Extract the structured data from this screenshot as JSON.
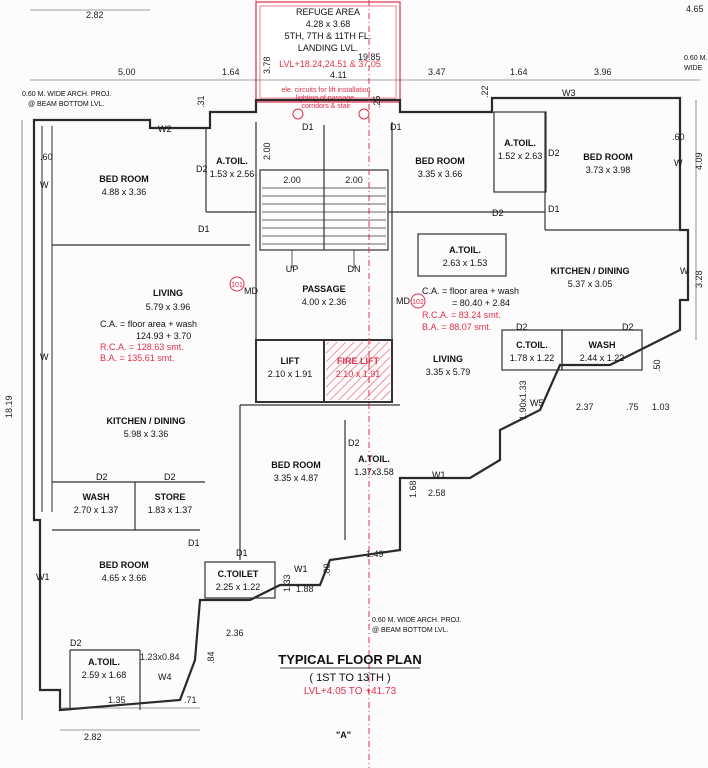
{
  "colors": {
    "wall": "#2a2a2a",
    "wall_fill": "#9a9a9a",
    "accent_red": "#e0304a",
    "dim_line": "#444444"
  },
  "title": {
    "main": "TYPICAL FLOOR PLAN",
    "sub": "( 1ST TO 13TH )",
    "level": "LVL+4.05 TO +41.73",
    "section": "\"A\""
  },
  "refuge": {
    "name": "REFUGE AREA",
    "size": "4.28 x 3.68",
    "floors": "5TH, 7TH & 11TH FL.",
    "landing": "LANDING LVL.",
    "lvl": "LVL+18.24,24.51 & 37.05",
    "note1": "ele. circuits for lift installation",
    "note2": "lighting of passage,",
    "note3": "corridors & stair"
  },
  "rooms": {
    "bed_left_top": {
      "name": "BED ROOM",
      "size": "4.88 x 3.36"
    },
    "atoil_left": {
      "name": "A.TOIL.",
      "size": "1.53 x 2.56"
    },
    "living_left": {
      "name": "LIVING",
      "size": "5.79 x 3.96"
    },
    "kitchen_left": {
      "name": "KITCHEN / DINING",
      "size": "5.98 x 3.36"
    },
    "wash_left": {
      "name": "WASH",
      "size": "2.70 x 1.37"
    },
    "store": {
      "name": "STORE",
      "size": "1.83 x 1.37"
    },
    "bed_left_bot": {
      "name": "BED ROOM",
      "size": "4.65 x 3.66"
    },
    "atoil_left_bot": {
      "name": "A.TOIL.",
      "size": "2.59 x 1.68"
    },
    "passage": {
      "name": "PASSAGE",
      "size": "4.00 x 2.36"
    },
    "lift": {
      "name": "LIFT",
      "size": "2.10 x 1.91"
    },
    "fire_lift": {
      "name": "FIRE LIFT",
      "size": "2.10 x 1.91"
    },
    "bed_mid": {
      "name": "BED ROOM",
      "size": "3.35 x 4.87"
    },
    "atoil_mid": {
      "name": "A.TOIL.",
      "size": "1.37x3.58"
    },
    "ctoilet_mid": {
      "name": "C.TOILET",
      "size": "2.25 x 1.22"
    },
    "bed_right_1": {
      "name": "BED ROOM",
      "size": "3.35 x 3.66"
    },
    "atoil_right_1": {
      "name": "A.TOIL.",
      "size": "1.52 x 2.63"
    },
    "bed_right_2": {
      "name": "BED ROOM",
      "size": "3.73 x 3.98"
    },
    "atoil_right_2": {
      "name": "A.TOIL.",
      "size": "2.63 x 1.53"
    },
    "kitchen_right": {
      "name": "KITCHEN / DINING",
      "size": "5.37 x 3.05"
    },
    "ctoil_right": {
      "name": "C.TOIL.",
      "size": "1.78 x 1.22"
    },
    "wash_right": {
      "name": "WASH",
      "size": "2.44 x 1.22"
    },
    "living_right": {
      "name": "LIVING",
      "size": "3.35 x 5.79"
    }
  },
  "flat_101": {
    "no": "101",
    "ca_label": "C.A.    = floor area + wash",
    "ca_value": "124.93   + 3.70",
    "rca": "R.C.A. = 128.63 smt.",
    "ba": "B.A.    = 135.61 smt."
  },
  "flat_102": {
    "no": "102",
    "ca_label": "C.A. = floor area + wash",
    "ca_value": "= 80.40   + 2.84",
    "rca": "R.C.A. = 83.24 smt.",
    "ba": "B.A.    = 88.07 smt."
  },
  "stairs": {
    "up": "UP",
    "dn": "DN",
    "w1": "2.00",
    "w2": "2.00",
    "h": "2.00"
  },
  "notes": {
    "arch_top": "0.60 M. WIDE ARCH. PROJ.",
    "arch_top2": "@ BEAM BOTTOM LVL.",
    "arch_bot": "0.60 M. WIDE ARCH. PROJ.",
    "arch_bot2": "@ BEAM BOTTOM LVL.",
    "arch_right": "0.60 M.",
    "arch_right2": "WIDE"
  },
  "dims": {
    "top_282": "2.82",
    "top_465": "4.65",
    "d500": "5.00",
    "d164a": "1.64",
    "d378": "3.78",
    "d411": "4.11",
    "d1985": "19.85",
    "d347": "3.47",
    "d164b": "1.64",
    "d396": "3.96",
    "d409": "4.09",
    "d328": "3.28",
    "d1819": "18.19",
    "d237": "2.37",
    "d75": ".75",
    "d103": "1.03",
    "d190": "1.90x1.33",
    "d168": "1.68",
    "d258": "2.58",
    "d149": "1.49",
    "d188": "1.88",
    "d236": "2.36",
    "d135": "1.35",
    "d71": ".71",
    "d282b": "2.82",
    "d123": "1.23x0.84",
    "d84": ".84",
    "d133": "1.33",
    "d31": ".31",
    "d22": ".22",
    "d25": ".25",
    "d60": ".60",
    "d50": ".50",
    "d80": ".80"
  },
  "tags": {
    "w": "W",
    "w1": "W1",
    "w2": "W2",
    "w3": "W3",
    "w4": "W4",
    "w5": "W5",
    "d1": "D1",
    "d2": "D2",
    "md": "MD",
    "v": "V"
  }
}
